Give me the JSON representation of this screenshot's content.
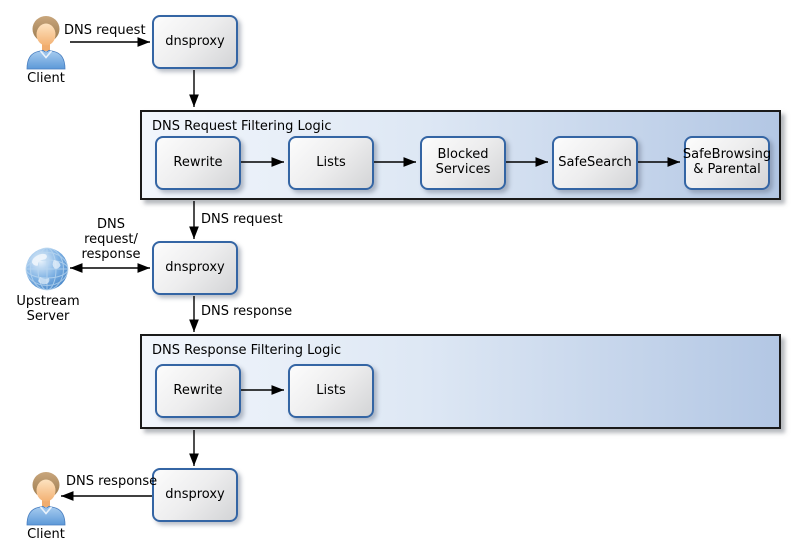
{
  "nodes": {
    "client_top": {
      "label": "Client",
      "icon": "person-icon"
    },
    "dnsproxy_top": {
      "label": "dnsproxy"
    },
    "dnsproxy_middle": {
      "label": "dnsproxy"
    },
    "upstream_server": {
      "label": "Upstream Server",
      "icon": "globe-icon"
    },
    "dnsproxy_bottom": {
      "label": "dnsproxy"
    },
    "client_bottom": {
      "label": "Client",
      "icon": "person-icon"
    }
  },
  "containers": {
    "request_filtering": {
      "title": "DNS Request Filtering Logic",
      "steps": [
        "Rewrite",
        "Lists",
        "Blocked Services",
        "SafeSearch",
        "SafeBrowsing & Parental"
      ]
    },
    "response_filtering": {
      "title": "DNS Response Filtering Logic",
      "steps": [
        "Rewrite",
        "Lists"
      ]
    }
  },
  "edge_labels": {
    "client_request": "DNS request",
    "filtered_request": "DNS request",
    "upstream_exchange": "DNS\nrequest/\nresponse",
    "upstream_response": "DNS response",
    "client_response": "DNS response"
  },
  "colors": {
    "node_border": "#3465a4",
    "node_gradient_start": "#fcfcfc",
    "node_gradient_end": "#d3d4d6",
    "container_border": "#1a1a1a",
    "container_gradient_start": "#f2f6fc",
    "container_gradient_end": "#b3c7e4",
    "arrow": "#000000",
    "globe_blue": "#4584c6",
    "shirt_blue": "#5d99d8"
  }
}
